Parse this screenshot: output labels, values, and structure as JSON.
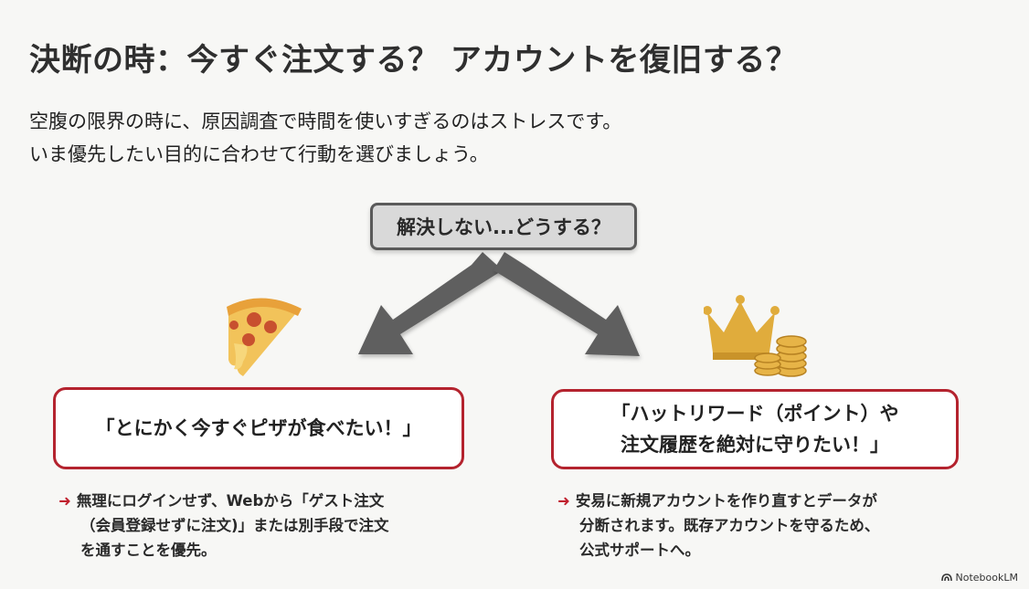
{
  "title": "決断の時：今すぐ注文する？ アカウントを復旧する？",
  "subtitle_lines": [
    "空腹の限界の時に、原因調査で時間を使いすぎるのはストレスです。",
    "いま優先したい目的に合わせて行動を選びましょう。"
  ],
  "question": "解決しない...どうする？",
  "left_option": {
    "icon": "pizza-icon",
    "label": "「とにかく今すぐピザが食べたい！」",
    "note_lines": [
      "無理にログインせず、Webから「ゲスト注文",
      "（会員登録せずに注文)」または別手段で注文",
      "を通すことを優先。"
    ]
  },
  "right_option": {
    "icon": "crown-coins-icon",
    "label_lines": [
      "「ハットリワード（ポイント）や",
      "注文履歴を絶対に守りたい！」"
    ],
    "note_lines": [
      "安易に新規アカウントを作り直すとデータが",
      "分断されます。既存アカウントを守るため、",
      "公式サポートへ。"
    ]
  },
  "arrow_glyph": "➜",
  "brand": "NotebookLM",
  "colors": {
    "accent_red": "#b4232e",
    "arrow_gray": "#5f5f5f",
    "question_bg": "#d9d9d9"
  }
}
